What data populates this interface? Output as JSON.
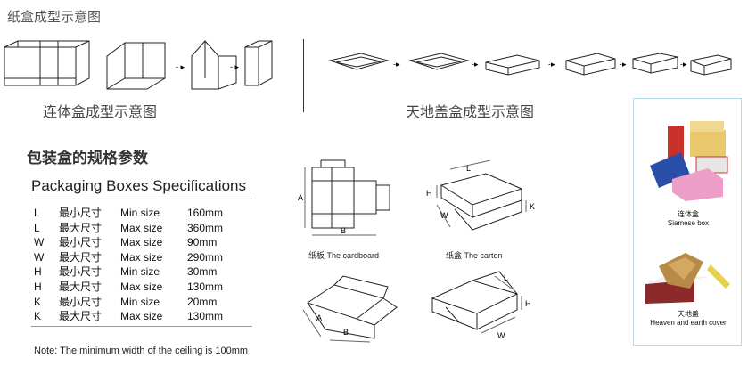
{
  "top_title": "纸盒成型示意图",
  "captions": {
    "siamese": "连体盒成型示意图",
    "heaven_earth": "天地盖盒成型示意图"
  },
  "spec": {
    "title_cn": "包装盒的规格参数",
    "title_en": "Packaging Boxes Specifications",
    "rows": [
      {
        "dim": "L",
        "cn": "最小尺寸",
        "en": "Min size",
        "value": "160mm"
      },
      {
        "dim": "L",
        "cn": "最大尺寸",
        "en": "Max size",
        "value": "360mm"
      },
      {
        "dim": "W",
        "cn": "最小尺寸",
        "en": "Max size",
        "value": "90mm"
      },
      {
        "dim": "W",
        "cn": "最大尺寸",
        "en": "Max size",
        "value": "290mm"
      },
      {
        "dim": "H",
        "cn": "最小尺寸",
        "en": "Min size",
        "value": "30mm"
      },
      {
        "dim": "H",
        "cn": "最大尺寸",
        "en": "Max size",
        "value": "130mm"
      },
      {
        "dim": "K",
        "cn": "最小尺寸",
        "en": "Min size",
        "value": "20mm"
      },
      {
        "dim": "K",
        "cn": "最大尺寸",
        "en": "Max size",
        "value": "130mm"
      }
    ],
    "note": "Note: The minimum width of the ceiling is 100mm"
  },
  "diagrams": {
    "cardboard_label": "纸板  The cardboard",
    "carton_label": "纸盒  The carton",
    "letters": {
      "A": "A",
      "B": "B",
      "L": "L",
      "H": "H",
      "W": "W",
      "K": "K"
    },
    "arrow": "→"
  },
  "panel": {
    "siamese_cn": "连体盒",
    "siamese_en": "Siamese box",
    "heaven_cn": "天地盖",
    "heaven_en": "Heaven and earth cover"
  }
}
